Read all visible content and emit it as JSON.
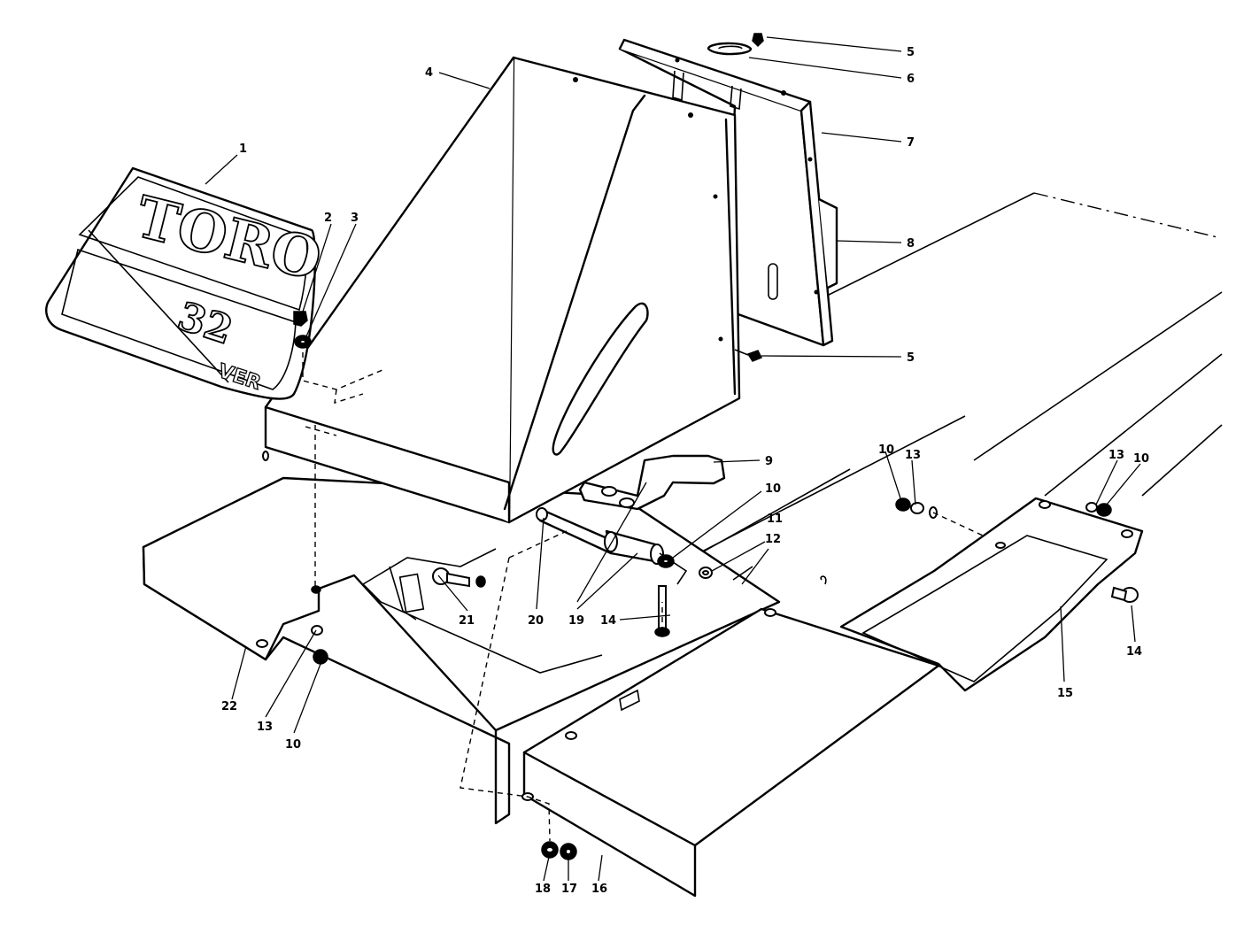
{
  "decal": {
    "brand": "TORO",
    "model_number": "32",
    "model_suffix": "VER"
  },
  "callouts": [
    {
      "id": "c1",
      "label": "1"
    },
    {
      "id": "c2",
      "label": "2"
    },
    {
      "id": "c3",
      "label": "3"
    },
    {
      "id": "c4",
      "label": "4"
    },
    {
      "id": "c5a",
      "label": "5"
    },
    {
      "id": "c6",
      "label": "6"
    },
    {
      "id": "c7",
      "label": "7"
    },
    {
      "id": "c8",
      "label": "8"
    },
    {
      "id": "c5b",
      "label": "5"
    },
    {
      "id": "c9",
      "label": "9"
    },
    {
      "id": "c10a",
      "label": "10"
    },
    {
      "id": "c11",
      "label": "11"
    },
    {
      "id": "c12",
      "label": "12"
    },
    {
      "id": "c10b",
      "label": "10"
    },
    {
      "id": "c13a",
      "label": "13"
    },
    {
      "id": "c13b",
      "label": "13"
    },
    {
      "id": "c10c",
      "label": "10"
    },
    {
      "id": "c14a",
      "label": "14"
    },
    {
      "id": "c15",
      "label": "15"
    },
    {
      "id": "c21",
      "label": "21"
    },
    {
      "id": "c20",
      "label": "20"
    },
    {
      "id": "c19",
      "label": "19"
    },
    {
      "id": "c14b",
      "label": "14"
    },
    {
      "id": "c22",
      "label": "22"
    },
    {
      "id": "c13c",
      "label": "13"
    },
    {
      "id": "c10d",
      "label": "10"
    },
    {
      "id": "c18",
      "label": "18"
    },
    {
      "id": "c17",
      "label": "17"
    },
    {
      "id": "c16",
      "label": "16"
    }
  ]
}
